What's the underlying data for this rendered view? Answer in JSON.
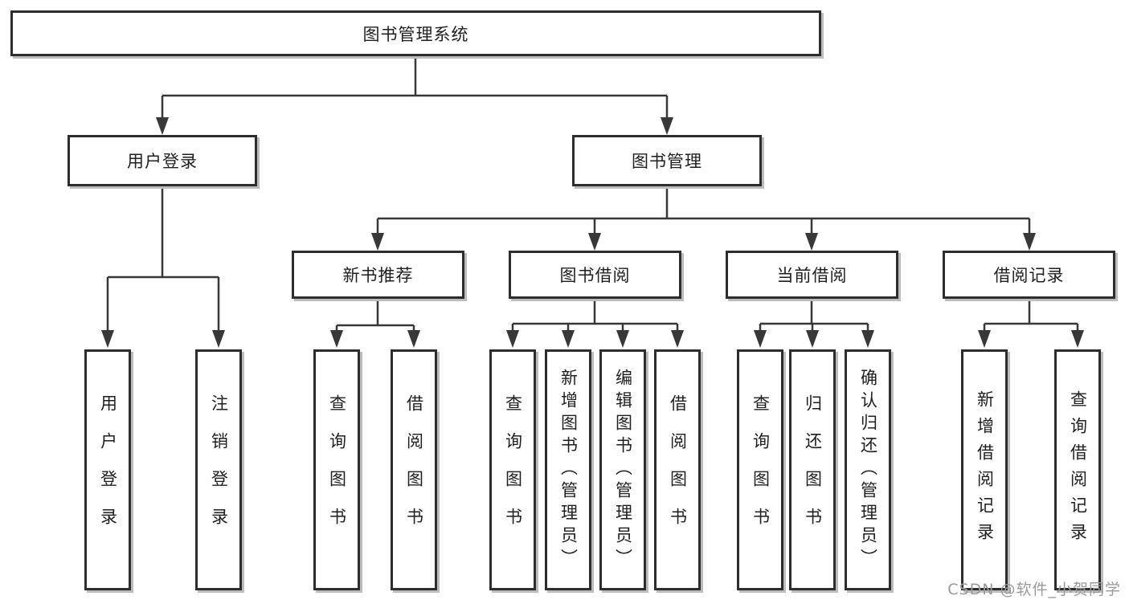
{
  "diagram": {
    "root": {
      "label": "图书管理系统"
    },
    "level2": [
      {
        "id": "user-login",
        "label": "用户登录"
      },
      {
        "id": "book-management",
        "label": "图书管理"
      }
    ],
    "level3": [
      {
        "id": "new-book-recommend",
        "label": "新书推荐",
        "parent": "图书管理"
      },
      {
        "id": "book-borrowing",
        "label": "图书借阅",
        "parent": "图书管理"
      },
      {
        "id": "current-borrowing",
        "label": "当前借阅",
        "parent": "图书管理"
      },
      {
        "id": "borrowing-records",
        "label": "借阅记录",
        "parent": "图书管理"
      }
    ],
    "leaves": [
      {
        "id": "leaf-user-login",
        "label": "用户登录",
        "parent": "用户登录"
      },
      {
        "id": "leaf-logout",
        "label": "注销登录",
        "parent": "用户登录"
      },
      {
        "id": "leaf-query-books-recommend",
        "label": "查询图书",
        "parent": "新书推荐"
      },
      {
        "id": "leaf-borrow-books-recommend",
        "label": "借阅图书",
        "parent": "新书推荐"
      },
      {
        "id": "leaf-query-books-borrowing",
        "label": "查询图书",
        "parent": "图书借阅"
      },
      {
        "id": "leaf-add-books-admin",
        "label": "新增图书（管理员）",
        "parent": "图书借阅"
      },
      {
        "id": "leaf-edit-books-admin",
        "label": "编辑图书（管理员）",
        "parent": "图书借阅"
      },
      {
        "id": "leaf-borrow-books-borrowing",
        "label": "借阅图书",
        "parent": "图书借阅"
      },
      {
        "id": "leaf-query-books-current",
        "label": "查询图书",
        "parent": "当前借阅"
      },
      {
        "id": "leaf-return-books",
        "label": "归还图书",
        "parent": "当前借阅"
      },
      {
        "id": "leaf-confirm-return-admin",
        "label": "确认归还（管理员）",
        "parent": "当前借阅"
      },
      {
        "id": "leaf-add-borrow-record",
        "label": "新增借阅记录",
        "parent": "借阅记录"
      },
      {
        "id": "leaf-query-borrow-record",
        "label": "查询借阅记录",
        "parent": "借阅记录"
      }
    ]
  },
  "watermark": {
    "text": "CSDN @软件_小贺同学"
  },
  "colors": {
    "background": "#ffffff",
    "line": "#383838",
    "box_border": "#2d2d2d",
    "box_fill": "#ffffff",
    "text": "#1f1f1f",
    "watermark": "#9a9a9a"
  }
}
